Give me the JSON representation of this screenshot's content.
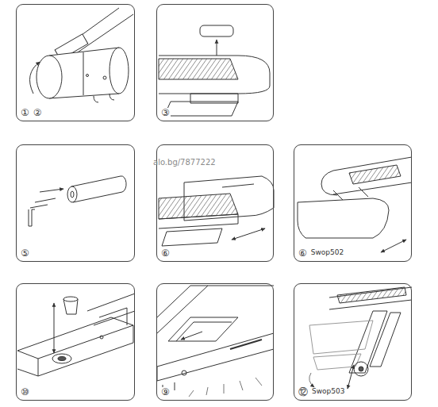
{
  "diagram": {
    "nodes": [
      {
        "text": [
          "①",
          "②"
        ]
      },
      {
        "text": [
          "③"
        ]
      },
      {
        "text": [
          "⑤"
        ]
      },
      {
        "text": [
          "⑥"
        ]
      },
      {
        "text": [
          "⑥",
          "Swop502"
        ]
      },
      {
        "text": [
          "⑩"
        ]
      },
      {
        "text": [
          "⑨"
        ]
      },
      {
        "text": [
          "⑫",
          "Swop503"
        ]
      }
    ],
    "labels": [
      "alo.bg/7877222"
    ]
  }
}
